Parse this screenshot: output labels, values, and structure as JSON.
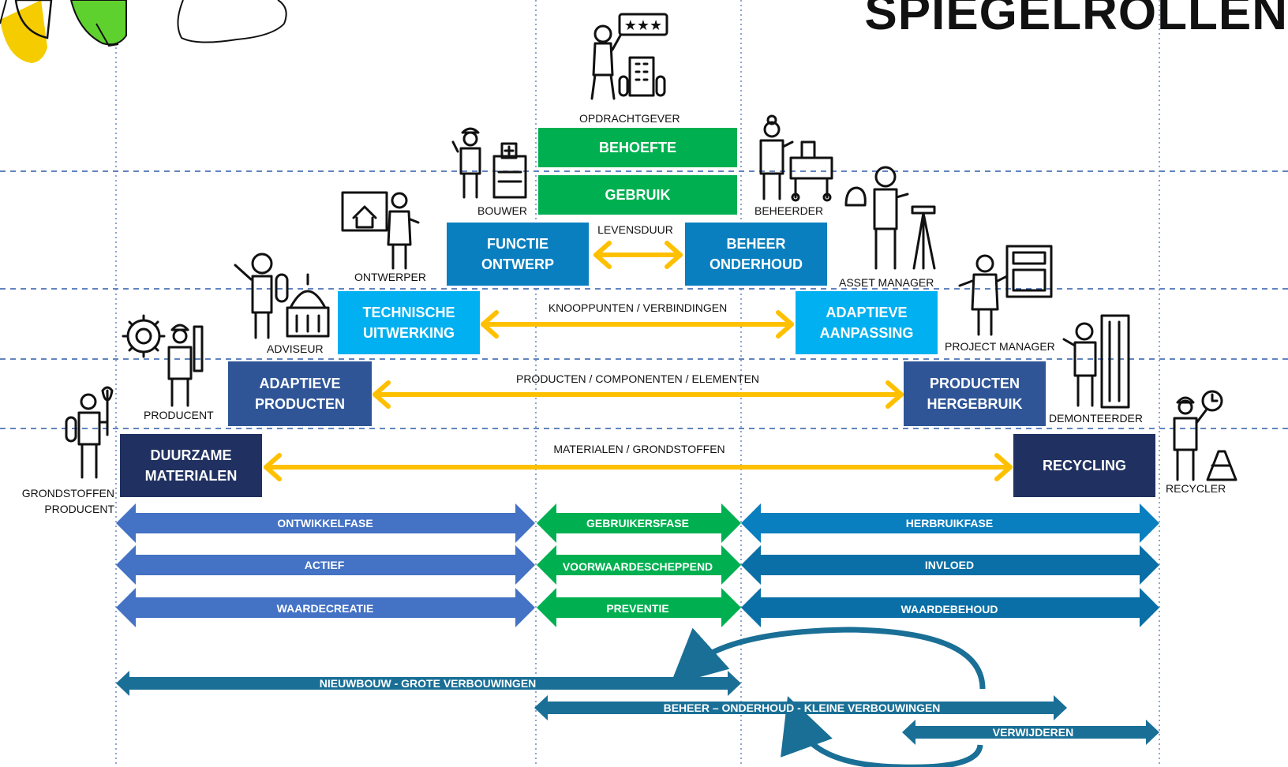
{
  "title": "SPIEGELROLLEN",
  "colors": {
    "green": "#00b050",
    "mid_blue": "#0a7fbf",
    "light_blue": "#00b0f0",
    "steel_blue": "#2f5597",
    "navy": "#203060",
    "phase_blue": "#4472c4",
    "teal_blue": "#0070a8",
    "dark_teal": "#1a6f96",
    "yellow": "#ffc000",
    "dash": "#2e5ca8",
    "dotted": "#5b7fbf"
  },
  "boxes": {
    "behoefte": "BEHOEFTE",
    "gebruik": "GEBRUIK",
    "functie": "FUNCTIE\nONTWERP",
    "beheer": "BEHEER\nONDERHOUD",
    "technische": "TECHNISCHE\nUITWERKING",
    "adaptieve_aanpassing": "ADAPTIEVE\nAANPASSING",
    "adaptieve_producten": "ADAPTIEVE\nPRODUCTEN",
    "producten_hergebruik": "PRODUCTEN\nHERGEBRUIK",
    "duurzame": "DUURZAME\nMATERIALEN",
    "recycling": "RECYCLING"
  },
  "connectors": {
    "levensduur": "LEVENSDUUR",
    "knooppunten": "KNOOPPUNTEN / VERBINDINGEN",
    "producten": "PRODUCTEN / COMPONENTEN  / ELEMENTEN",
    "materialen": "MATERIALEN / GRONDSTOFFEN"
  },
  "roles": {
    "opdrachtgever": "OPDRACHTGEVER",
    "bouwer": "BOUWER",
    "beheerder": "BEHEERDER",
    "ontwerper": "ONTWERPER",
    "asset_manager": "ASSET MANAGER",
    "adviseur": "ADVISEUR",
    "project_manager": "PROJECT MANAGER",
    "producent": "PRODUCENT",
    "demonteerder": "DEMONTEERDER",
    "grondstoffen_producent": "GRONDSTOFFEN\nPRODUCENT",
    "recycler": "RECYCLER"
  },
  "phases": {
    "row1": [
      "ONTWIKKELFASE",
      "GEBRUIKERSFASE",
      "HERBRUIKFASE"
    ],
    "row2": [
      "ACTIEF",
      "VOORWAARDESCHEPPEND",
      "INVLOED"
    ],
    "row3": [
      "WAARDECREATIE",
      "PREVENTIE",
      "WAARDEBEHOUD"
    ]
  },
  "timeline": {
    "nieuwbouw": "NIEUWBOUW - GROTE VERBOUWINGEN",
    "beheer": "BEHEER – ONDERHOUD - KLEINE VERBOUWINGEN",
    "verwijderen": "VERWIJDEREN"
  }
}
